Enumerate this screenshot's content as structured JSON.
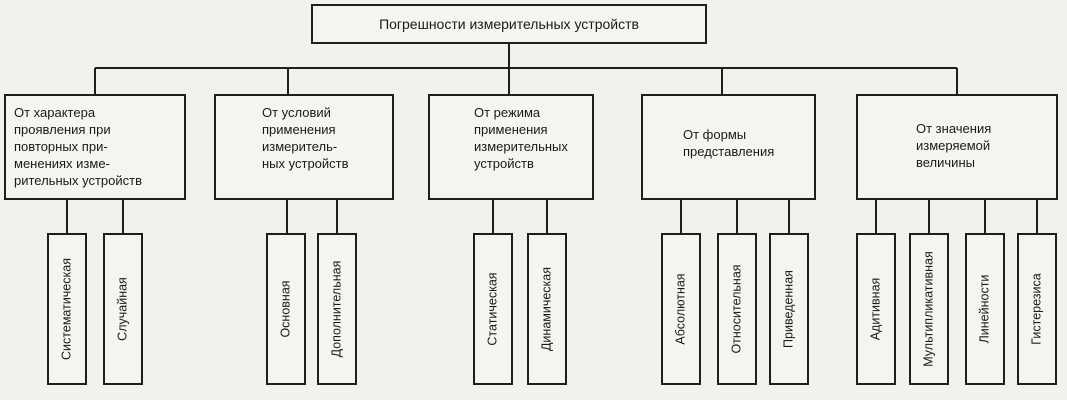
{
  "root": {
    "label": "Погрешности измерительных устройств"
  },
  "categories": [
    {
      "label": "От характера\nпроявления при\nповторных при-\nменениях изме-\nрительных устройств",
      "leaves": [
        "Систематическая",
        "Случайная"
      ]
    },
    {
      "label": "От условий\nприменения\nизмеритель-\nных устройств",
      "leaves": [
        "Основная",
        "Дополнительная"
      ]
    },
    {
      "label": "От режима\nприменения\nизмерительных\nустройств",
      "leaves": [
        "Статическая",
        "Динамическая"
      ]
    },
    {
      "label": "От формы\nпредставления",
      "leaves": [
        "Абсолютная",
        "Относительная",
        "Приведенная"
      ]
    },
    {
      "label": "От значения\nизмеряемой\nвеличины",
      "leaves": [
        "Адитивная",
        "Мультипликативная",
        "Линейности",
        "Гистерезиса"
      ]
    }
  ]
}
